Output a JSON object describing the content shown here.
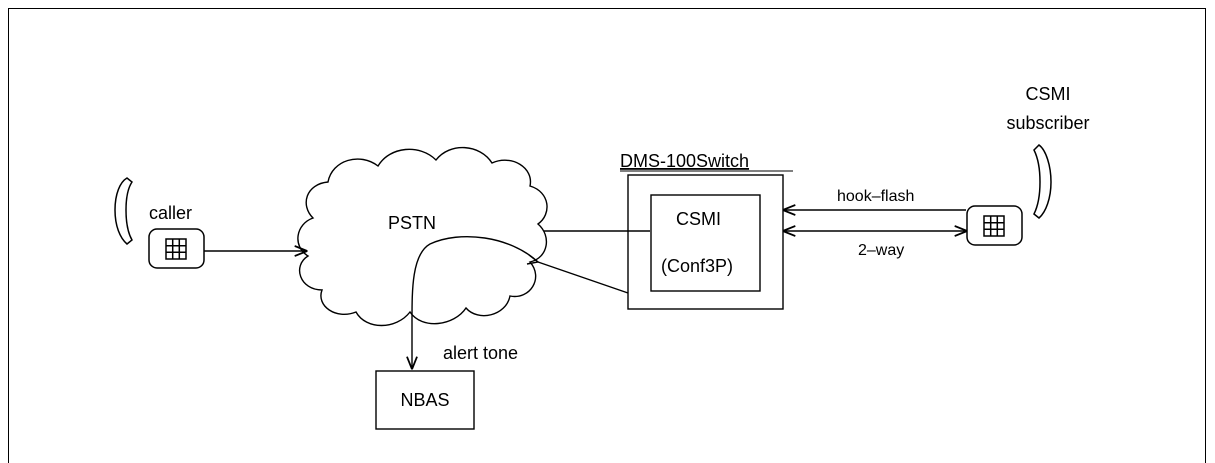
{
  "labels": {
    "caller": "caller",
    "pstn": "PSTN",
    "switch_title": "DMS-100Switch",
    "csmi": "CSMI",
    "conf3p": "(Conf3P)",
    "hook_flash": "hook–flash",
    "two_way": "2–way",
    "subscriber_line1": "CSMI",
    "subscriber_line2": "subscriber",
    "alert_tone": "alert tone",
    "nbas": "NBAS"
  },
  "icons": {
    "caller_phone": "telephone-icon",
    "subscriber_phone": "telephone-icon",
    "pstn_cloud": "cloud-icon"
  },
  "colors": {
    "stroke": "#000000",
    "background": "#ffffff"
  }
}
